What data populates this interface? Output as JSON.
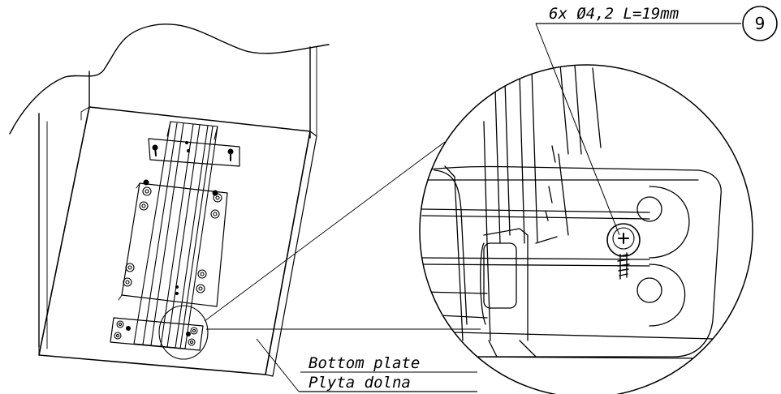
{
  "fastener_callout": {
    "text": "6x Ø4,2 L=19mm",
    "item_number": "9"
  },
  "part_label": {
    "line1": "Bottom plate",
    "line2": "Plyta dolna"
  }
}
